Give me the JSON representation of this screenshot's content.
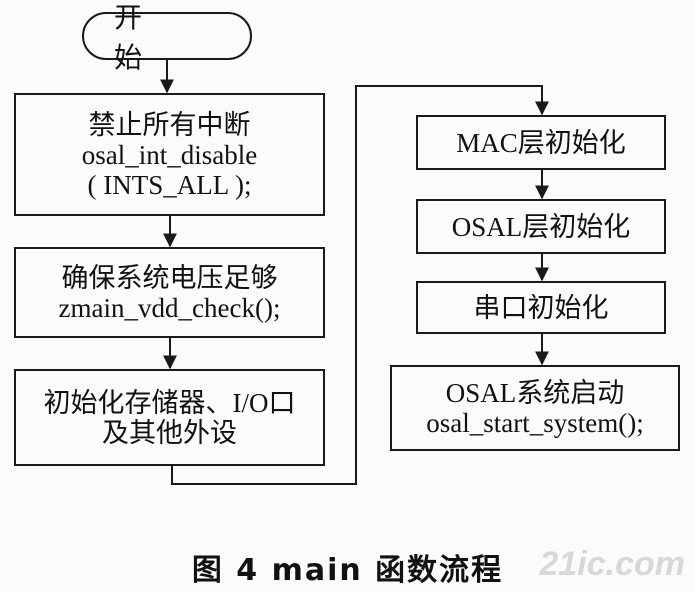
{
  "start_label": "开 始",
  "left_column": [
    {
      "lines": [
        "禁止所有中断",
        "osal_int_disable",
        "( INTS_ALL );"
      ]
    },
    {
      "lines": [
        "确保系统电压足够",
        "zmain_vdd_check();"
      ]
    },
    {
      "lines": [
        "初始化存储器、I/O口",
        "及其他外设"
      ]
    }
  ],
  "right_column": [
    {
      "lines": [
        "MAC层初始化"
      ]
    },
    {
      "lines": [
        "OSAL层初始化"
      ]
    },
    {
      "lines": [
        "串口初始化"
      ]
    },
    {
      "lines": [
        "OSAL系统启动",
        "osal_start_system();"
      ]
    }
  ],
  "caption": "图 4   main 函数流程",
  "watermark": "21ic.com"
}
